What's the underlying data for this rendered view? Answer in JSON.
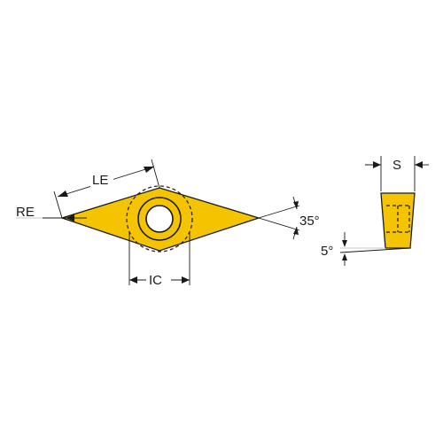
{
  "labels": {
    "le": "LE",
    "re": "RE",
    "ic": "IC",
    "angle_nose": "35°",
    "angle_clearance": "5°",
    "s": "S"
  },
  "colors": {
    "insert_fill": "#F5C400",
    "line": "#1a1a1a",
    "ghost_line": "#c9c9c9",
    "background": "#ffffff"
  }
}
